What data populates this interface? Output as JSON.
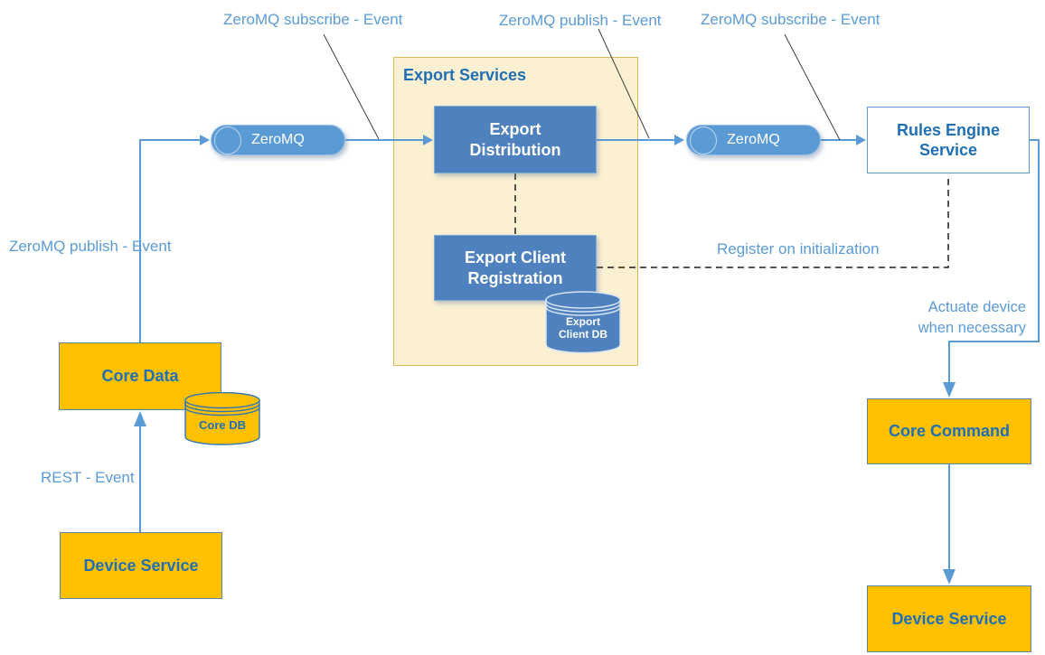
{
  "colors": {
    "pill_blue": "#5B9BD5",
    "node_blue": "#4E81BD",
    "node_orange": "#FFC000",
    "container_fill": "#FBF0D1",
    "container_border": "#DCB95C",
    "text_blue": "#1F6FB5",
    "label_blue": "#5B9BD5",
    "connector_blue": "#5B9BD5",
    "dash_color": "#1f1f1f"
  },
  "containers": {
    "export_services": {
      "title": "Export Services"
    }
  },
  "nodes": {
    "export_distribution": {
      "label": "Export Distribution"
    },
    "export_client_registration": {
      "label": "Export Client Registration"
    },
    "export_client_db": {
      "label": "Export Client DB"
    },
    "core_data": {
      "label": "Core Data"
    },
    "core_db": {
      "label": "Core DB"
    },
    "device_service_left": {
      "label": "Device Service"
    },
    "rules_engine_service": {
      "label": "Rules Engine Service"
    },
    "core_command": {
      "label": "Core Command"
    },
    "device_service_right": {
      "label": "Device Service"
    }
  },
  "queues": {
    "zeromq_left": {
      "label": "ZeroMQ"
    },
    "zeromq_right": {
      "label": "ZeroMQ"
    }
  },
  "labels": {
    "zmq_subscribe_1": "ZeroMQ subscribe - Event",
    "zmq_publish_top": "ZeroMQ publish - Event",
    "zmq_subscribe_2": "ZeroMQ subscribe - Event",
    "zmq_publish_left": "ZeroMQ publish - Event",
    "rest_event": "REST - Event",
    "register_on_init": "Register on initialization",
    "actuate_device": "Actuate device when necessary"
  }
}
